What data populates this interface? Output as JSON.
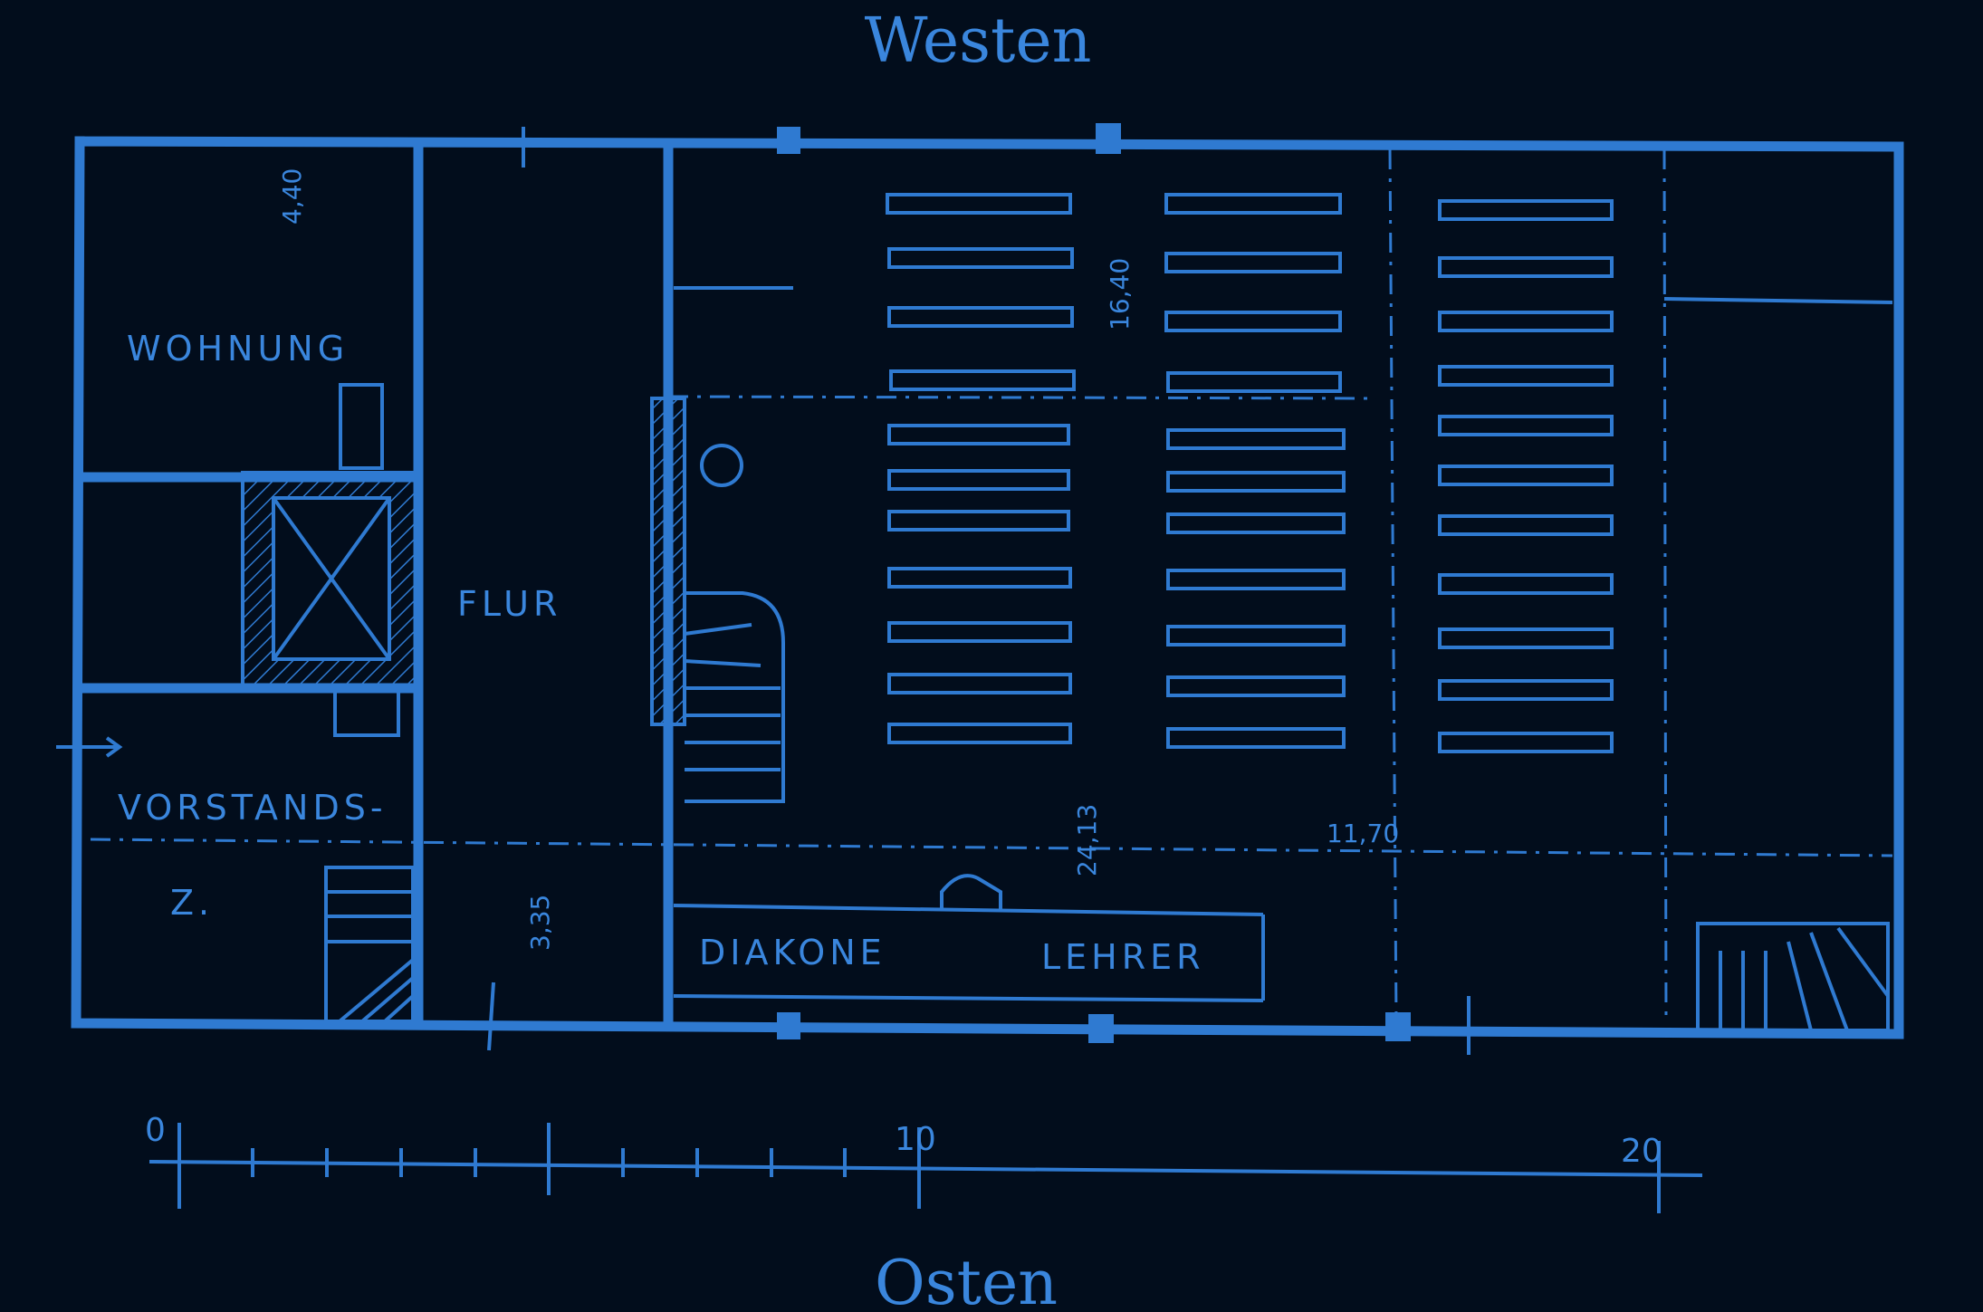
{
  "orientation": {
    "top": "Westen",
    "bottom": "Osten"
  },
  "rooms": {
    "wohnung": "WOHNUNG",
    "flur": "FLUR",
    "vorstands": "VORSTANDS-",
    "vorstands_z": "Z.",
    "diakone": "DIAKONE",
    "lehrer": "LEHRER"
  },
  "dimensions": {
    "d_440": "4,40",
    "d_1640": "16,40",
    "d_2413": "24,13",
    "d_1170": "11,70",
    "d_335": "3,35"
  },
  "scale": {
    "label_0": "0",
    "label_10": "10",
    "label_20": "20"
  },
  "colors": {
    "background": "#020d1c",
    "ink": "#2f7ad1"
  }
}
